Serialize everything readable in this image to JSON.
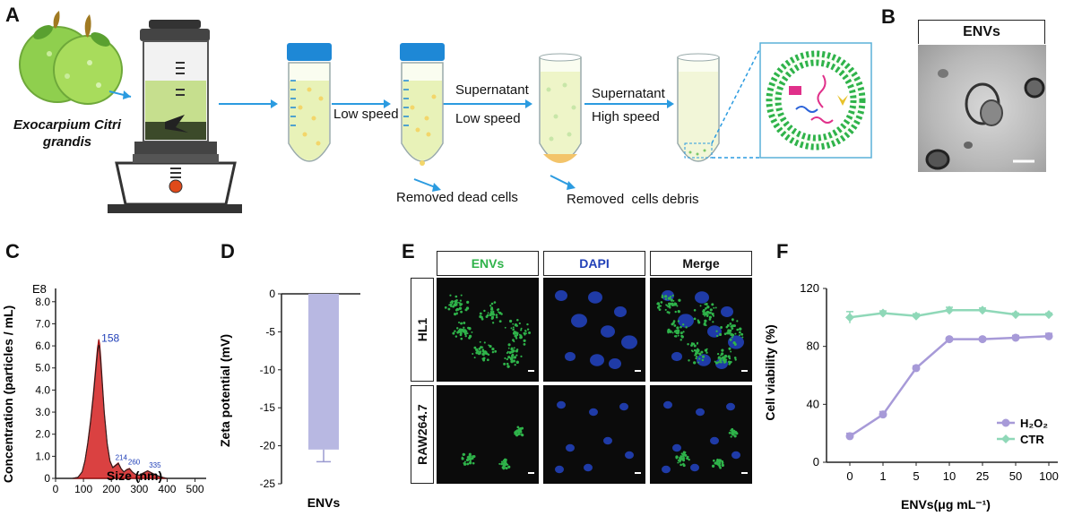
{
  "panels": {
    "a": "A",
    "b": "B",
    "c": "C",
    "d": "D",
    "e": "E",
    "f": "F"
  },
  "panel_a": {
    "species_line1": "Exocarpium Citri",
    "species_line2": "grandis",
    "step1": "Low speed",
    "step2_top": "Supernatant",
    "step2_bottom": "Low speed",
    "step3_top": "Supernatant",
    "step3_bottom": "High speed",
    "removed1": "Removed dead cells",
    "removed2": "Removed  cells debris",
    "colors": {
      "arrow": "#2b9be0",
      "green_membrane": "#2fb34a",
      "tube_cap": "#1e88d6"
    }
  },
  "panel_b": {
    "label": "ENVs"
  },
  "panel_e": {
    "columns": [
      "ENVs",
      "DAPI",
      "Merge"
    ],
    "rows": [
      "HL1",
      "RAW264.7"
    ],
    "colors": {
      "envs": "#2fb34a",
      "dapi": "#2140b8"
    }
  },
  "chart_data": [
    {
      "panel": "C",
      "type": "area",
      "xlabel": "Size (nm)",
      "ylabel": "Concentration (particles / mL)",
      "exponent_label": "E8",
      "xticks": [
        "0",
        "100",
        "200",
        "300",
        "400",
        "500"
      ],
      "yticks": [
        "0",
        "1.0",
        "2.0",
        "3.0",
        "4.0",
        "5.0",
        "6.0",
        "7.0",
        "8.0"
      ],
      "xlim": [
        0,
        540
      ],
      "ylim": [
        0,
        8.6
      ],
      "x": [
        60,
        80,
        95,
        105,
        115,
        125,
        135,
        145,
        150,
        155,
        158,
        162,
        168,
        175,
        185,
        195,
        205,
        215,
        225,
        235,
        245,
        255,
        265,
        275,
        285,
        300,
        315,
        330,
        345,
        360,
        375,
        390,
        400
      ],
      "y": [
        0,
        0.05,
        0.3,
        0.8,
        1.6,
        2.6,
        3.8,
        5.2,
        5.9,
        6.3,
        6.1,
        5.5,
        4.3,
        3.0,
        1.6,
        0.8,
        0.5,
        0.6,
        0.7,
        0.45,
        0.3,
        0.4,
        0.45,
        0.3,
        0.2,
        0.15,
        0.25,
        0.35,
        0.25,
        0.15,
        0.08,
        0.03,
        0
      ],
      "peak_labels": [
        {
          "x": 158,
          "y": 6.1,
          "text": "158"
        },
        {
          "x": 214,
          "y": 0.75,
          "text": "214"
        },
        {
          "x": 260,
          "y": 0.55,
          "text": "260"
        },
        {
          "x": 335,
          "y": 0.4,
          "text": "335"
        }
      ],
      "series_color": "#d42020"
    },
    {
      "panel": "D",
      "type": "bar",
      "categories": [
        "ENVs"
      ],
      "values": [
        -20.5
      ],
      "error": [
        1.6
      ],
      "ylabel": "Zeta potential (mV)",
      "yticks": [
        "0",
        "-5",
        "-10",
        "-15",
        "-20",
        "-25"
      ],
      "ylim": [
        -25,
        0
      ],
      "bar_color": "#b8b8e2"
    },
    {
      "panel": "F",
      "type": "line",
      "categories": [
        "0",
        "1",
        "5",
        "10",
        "25",
        "50",
        "100"
      ],
      "xlabel": "ENVs(μg mL⁻¹)",
      "ylabel": "Cell viability (%)",
      "yticks": [
        "0",
        "40",
        "80",
        "120"
      ],
      "ylim": [
        0,
        120
      ],
      "series": [
        {
          "name": "H₂O₂",
          "values": [
            18,
            33,
            65,
            85,
            85,
            86,
            87
          ],
          "errors": [
            2,
            2,
            1.5,
            1,
            1,
            1.5,
            2
          ],
          "color": "#a79ad8"
        },
        {
          "name": "CTR",
          "values": [
            100,
            103,
            101,
            105,
            105,
            102,
            102
          ],
          "errors": [
            4,
            1.5,
            1.5,
            2,
            1.5,
            1,
            1
          ],
          "color": "#8fd8b8"
        }
      ],
      "legend": "bottom-right"
    }
  ]
}
